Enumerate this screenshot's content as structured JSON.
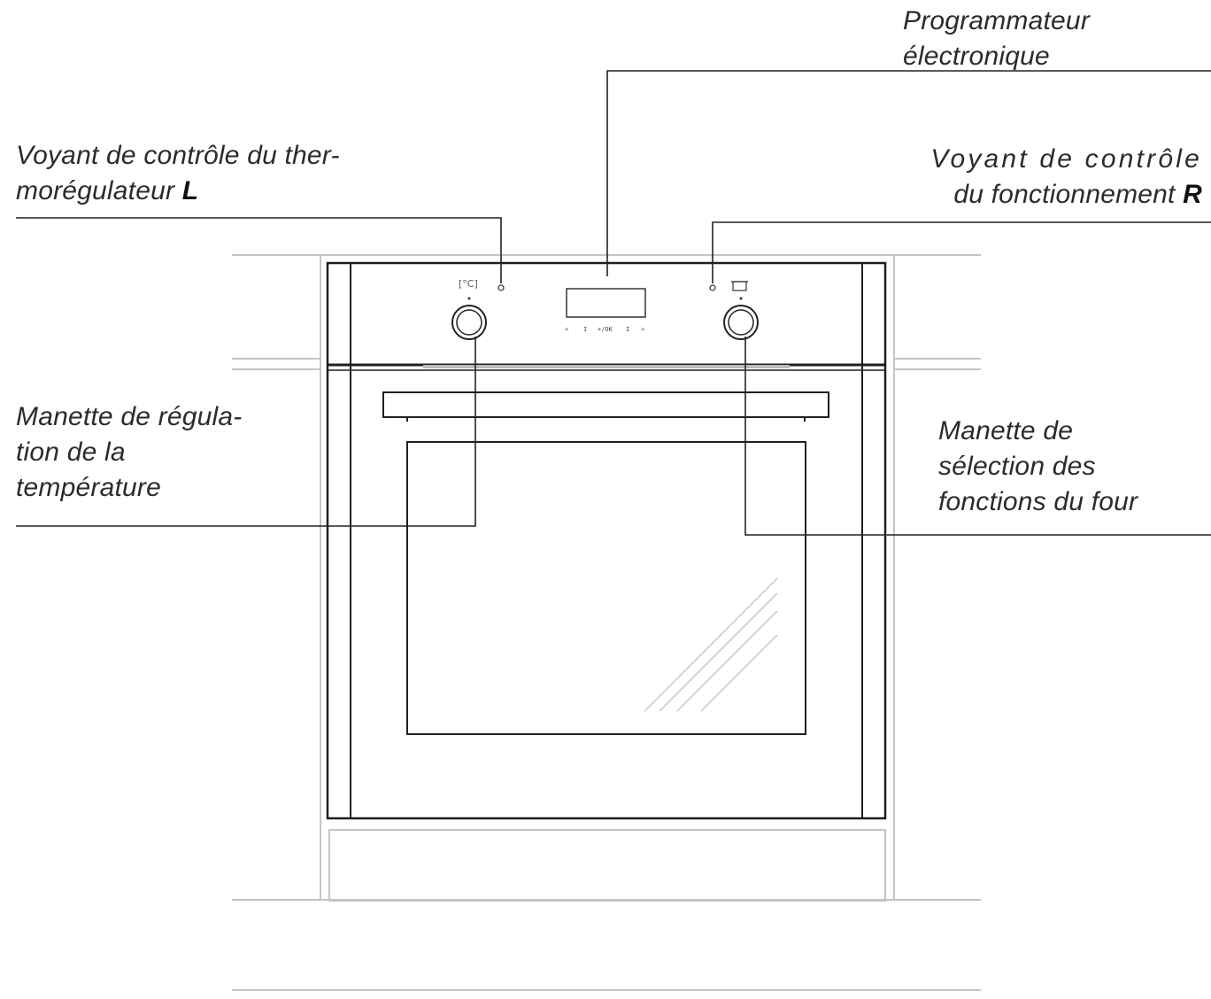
{
  "labels": {
    "programmateur": [
      "Programmateur",
      "électronique"
    ],
    "voyant_thermo": {
      "line1": "Voyant de contrôle du ther-",
      "line2": "morégulateur ",
      "letter": "L"
    },
    "voyant_fonction": {
      "line1": "Voyant de contrôle",
      "line2": "du fonctionnement ",
      "letter": "R"
    },
    "manette_temperature": [
      "Manette de régula-",
      "tion de la",
      "température"
    ],
    "manette_fonctions": [
      "Manette de",
      "sélection des",
      "fonctions du four"
    ]
  },
  "panel": {
    "left_knob_symbol": "[°C]",
    "programmer_buttons": [
      "<",
      "I",
      "+/OK",
      "I",
      ">"
    ]
  },
  "colors": {
    "outline": "#1f1f1f",
    "cabinet": "#bdbdbd",
    "leader": "#222222"
  }
}
